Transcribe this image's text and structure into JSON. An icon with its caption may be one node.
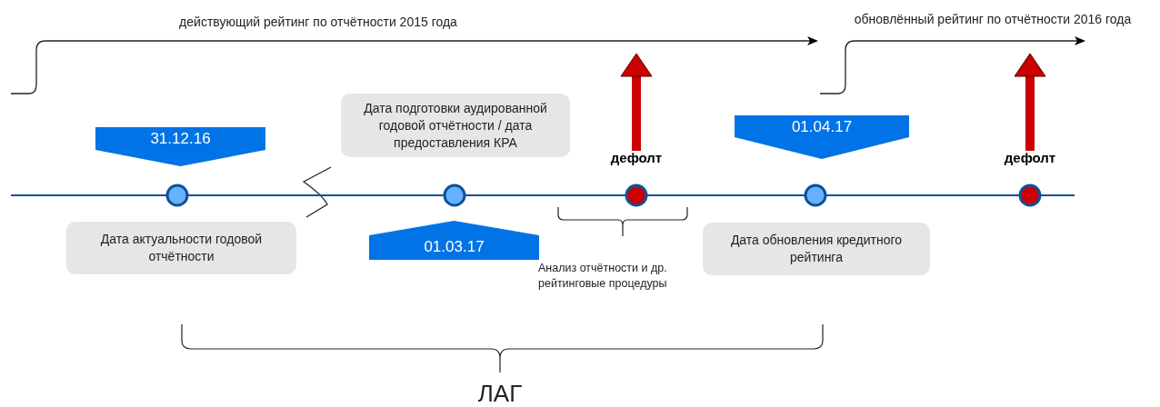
{
  "diagram": {
    "nodes": [
      {
        "text": [
          "31.12.16"
        ]
      },
      {
        "text": [],
        "shape": "circle"
      },
      {
        "text": [
          "Дата актуальности годовой отчётности"
        ]
      },
      {
        "text": [
          "Дата подготовки аудированной годовой отчётности / дата предоставления КРА"
        ]
      },
      {
        "text": [],
        "shape": "circle"
      },
      {
        "text": [
          "01.03.17"
        ]
      },
      {
        "text": [
          "дефолт"
        ]
      },
      {
        "text": [
          "01.04.17"
        ]
      },
      {
        "text": [],
        "shape": "circle"
      },
      {
        "text": [
          "Дата обновления кредитного рейтинга"
        ]
      },
      {
        "text": [
          "дефолт"
        ]
      }
    ],
    "edges": [
      {
        "from": 1,
        "to": 4,
        "arrow": "none"
      },
      {
        "from": 4,
        "to": 6,
        "arrow": "none"
      },
      {
        "from": 6,
        "to": 8,
        "arrow": "none"
      },
      {
        "from": 8,
        "to": 10,
        "arrow": "none"
      },
      {
        "from": 6,
        "to": null,
        "arrow": "to",
        "style": "thick",
        "color": "#cc0000"
      },
      {
        "from": 10,
        "to": null,
        "arrow": "to",
        "style": "thick",
        "color": "#cc0000"
      }
    ],
    "labels": [
      "действующий рейтинг по отчётности 2015 года",
      "обновлённый рейтинг по отчётности 2016 года",
      "Анализ отчётности и др. рейтинговые процедуры",
      "ЛАГ"
    ]
  }
}
